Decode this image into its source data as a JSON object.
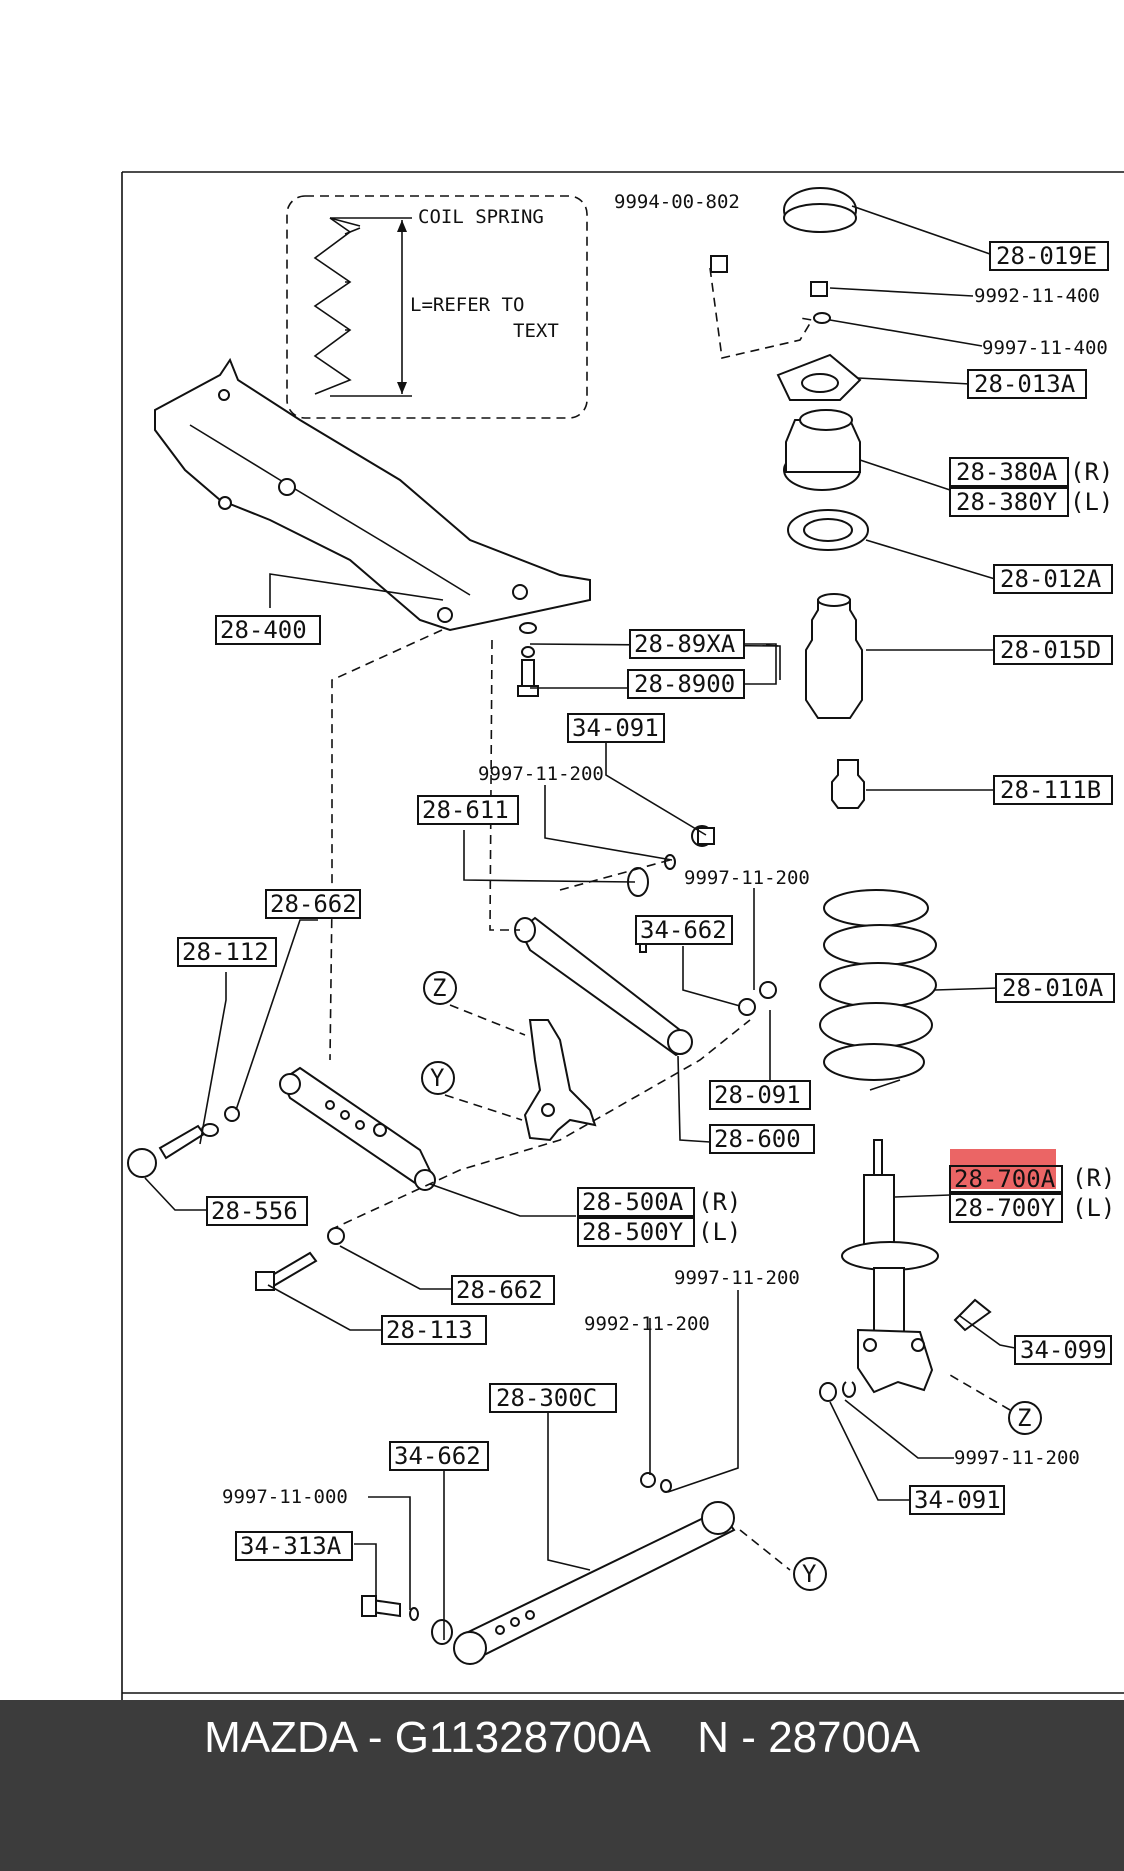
{
  "diagram": {
    "inset_labels": {
      "coil_spring": "COIL SPRING",
      "length_note_1": "L=REFER TO",
      "length_note_2": "TEXT"
    },
    "parts": {
      "p28019E": "28-019E",
      "p28013A": "28-013A",
      "p28380A": "28-380A",
      "p28380Y": "28-380Y",
      "p28012A": "28-012A",
      "p28015D": "28-015D",
      "p28111B": "28-111B",
      "p28010A": "28-010A",
      "p28700A": "28-700A",
      "p28700Y": "28-700Y",
      "p34099": "34-099",
      "p34091_lower": "34-091",
      "p28400": "28-400",
      "p2889XA": "28-89XA",
      "p288900": "28-8900",
      "p34091_upper": "34-091",
      "p28611": "28-611",
      "p28662_upper": "28-662",
      "p28112": "28-112",
      "p34662_mid": "34-662",
      "p28091": "28-091",
      "p28600": "28-600",
      "p28556": "28-556",
      "p28500A": "28-500A",
      "p28500Y": "28-500Y",
      "p28662_lower": "28-662",
      "p28113": "28-113",
      "p28300C": "28-300C",
      "p34662_lower": "34-662",
      "p34313A": "34-313A"
    },
    "side_marks": {
      "right": "(R)",
      "left": "(L)"
    },
    "fasteners": {
      "f9994_00_802": "9994-00-802",
      "f9992_11_400": "9992-11-400",
      "f9997_11_400": "9997-11-400",
      "f9997_11_200_a": "9997-11-200",
      "f9997_11_200_b": "9997-11-200",
      "f9997_11_200_c": "9997-11-200",
      "f9992_11_200": "9992-11-200",
      "f9997_11_200_d": "9997-11-200",
      "f9997_11_000": "9997-11-000"
    },
    "view_marks": {
      "z": "Z",
      "y": "Y"
    },
    "highlighted_part": "28-700A",
    "highlight_color": "#e84a4a"
  },
  "footer": {
    "caption": "MAZDA - G11328700A    N - 28700A",
    "background": "#3c3c3c",
    "text_color": "#ffffff"
  }
}
